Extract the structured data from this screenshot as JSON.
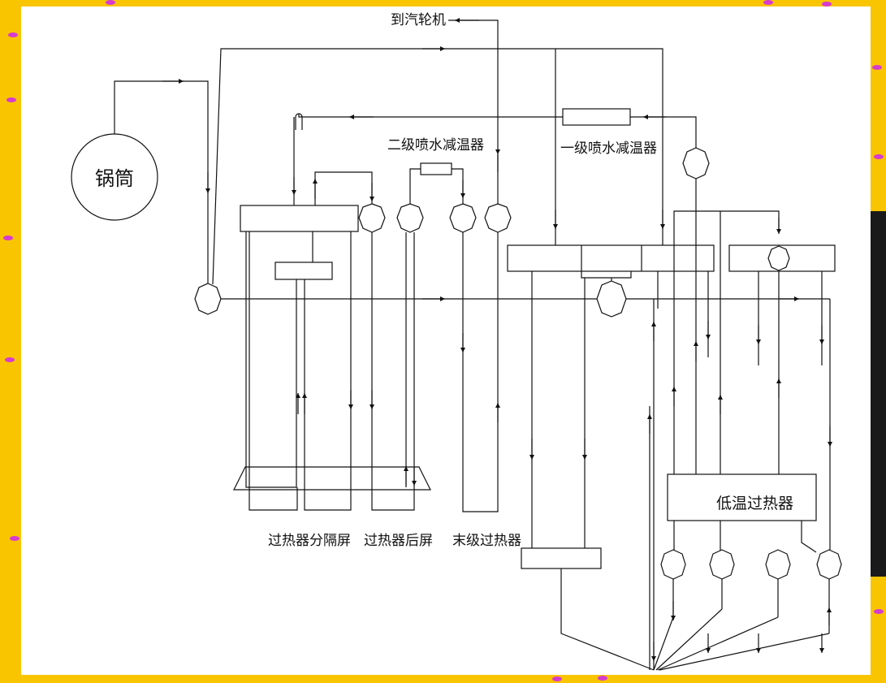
{
  "labels": {
    "drum": "锅筒",
    "to_turbine": "到汽轮机",
    "attemp1": "一级喷水减温器",
    "attemp2": "二级喷水减温器",
    "div_panel": "过热器分隔屏",
    "rear_panel": "过热器后屏",
    "final_sh": "末级过热器",
    "low_temp_sh": "低温过热器"
  },
  "colors": {
    "background": "#f9c400",
    "canvas": "#ffffff",
    "line": "#111111",
    "decor_dot": "#d63bd0"
  }
}
